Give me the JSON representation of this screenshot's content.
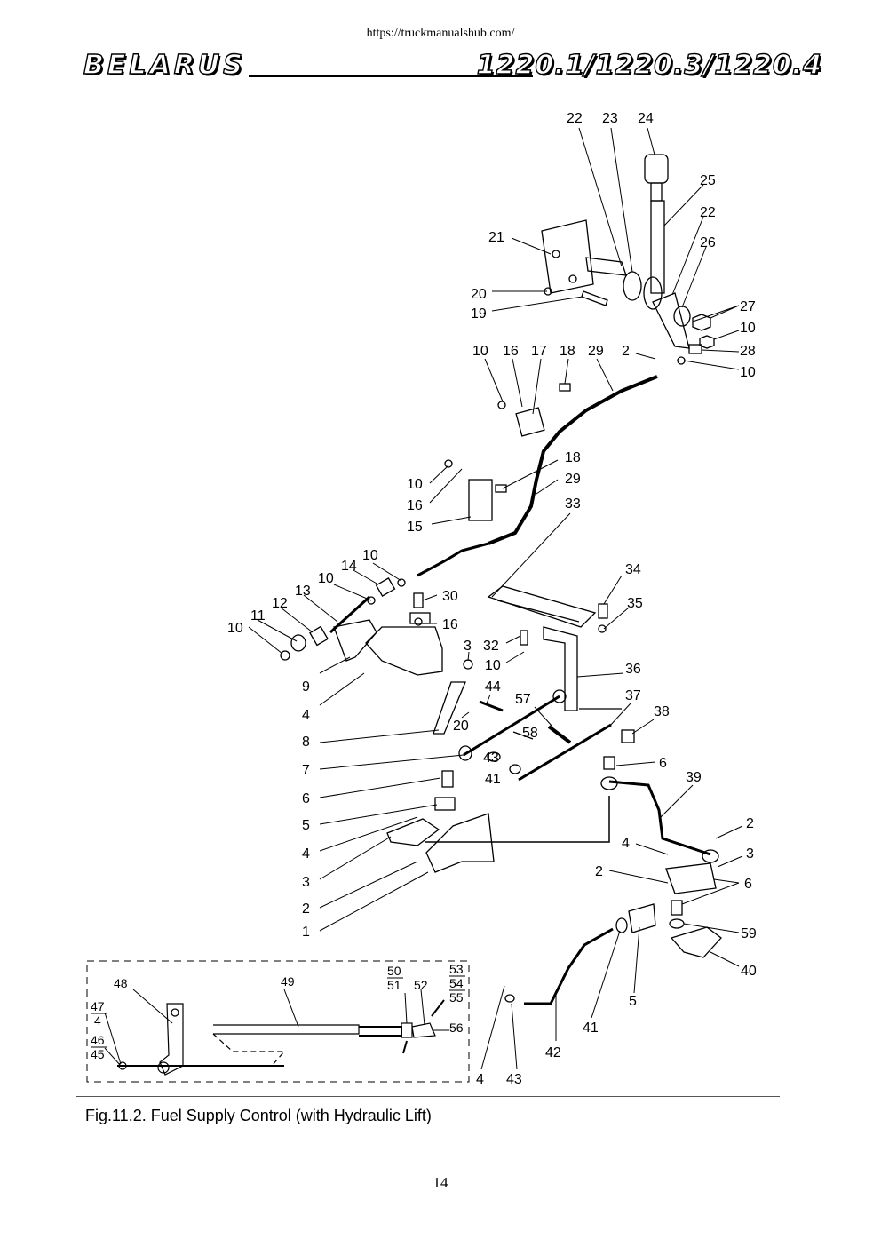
{
  "header": {
    "url": "https://truckmanualshub.com/",
    "brand": "BELARUS",
    "model": "1220.1/1220.3/1220.4"
  },
  "diagram": {
    "labels": {
      "l22a": "22",
      "l23": "23",
      "l24": "24",
      "l25": "25",
      "l22b": "22",
      "l26": "26",
      "l21": "21",
      "l20a": "20",
      "l19": "19",
      "l27": "27",
      "l10a": "10",
      "l28": "28",
      "l10b": "10",
      "l10c": "10",
      "l16a": "16",
      "l17": "17",
      "l18a": "18",
      "l29a": "29",
      "l2a": "2",
      "l18b": "18",
      "l29b": "29",
      "l10d": "10",
      "l16b": "16",
      "l15": "15",
      "l33": "33",
      "l10e": "10",
      "l14": "14",
      "l10f": "10",
      "l13": "13",
      "l30": "30",
      "l34": "34",
      "l12": "12",
      "l35": "35",
      "l11": "11",
      "l16c": "16",
      "l10g": "10",
      "l3a": "3",
      "l32": "32",
      "l10h": "10",
      "l36": "36",
      "l9": "9",
      "l44": "44",
      "l57": "57",
      "l37": "37",
      "l4a": "4",
      "l38": "38",
      "l20b": "20",
      "l8": "8",
      "l58": "58",
      "l43a": "43",
      "l7": "7",
      "l6a": "6",
      "l41a": "41",
      "l39": "39",
      "l6b": "6",
      "l5a": "5",
      "l2b": "2",
      "l4b": "4",
      "l4c": "4",
      "l3b": "3",
      "l3c": "3",
      "l2c": "2",
      "l6c": "6",
      "l2d": "2",
      "l1": "1",
      "l59": "59",
      "l40": "40",
      "l41b": "41",
      "l5b": "5",
      "l42": "42",
      "l4d": "4",
      "l43b": "43"
    },
    "inset": {
      "l48": "48",
      "l49": "49",
      "l50": "50",
      "l51": "51",
      "l52": "52",
      "l53": "53",
      "l54": "54",
      "l55": "55",
      "l56": "56",
      "l47": "47",
      "l4": "4",
      "l46": "46",
      "l45": "45"
    }
  },
  "caption": "Fig.11.2. Fuel Supply Control (with Hydraulic Lift)",
  "page_number": "14"
}
